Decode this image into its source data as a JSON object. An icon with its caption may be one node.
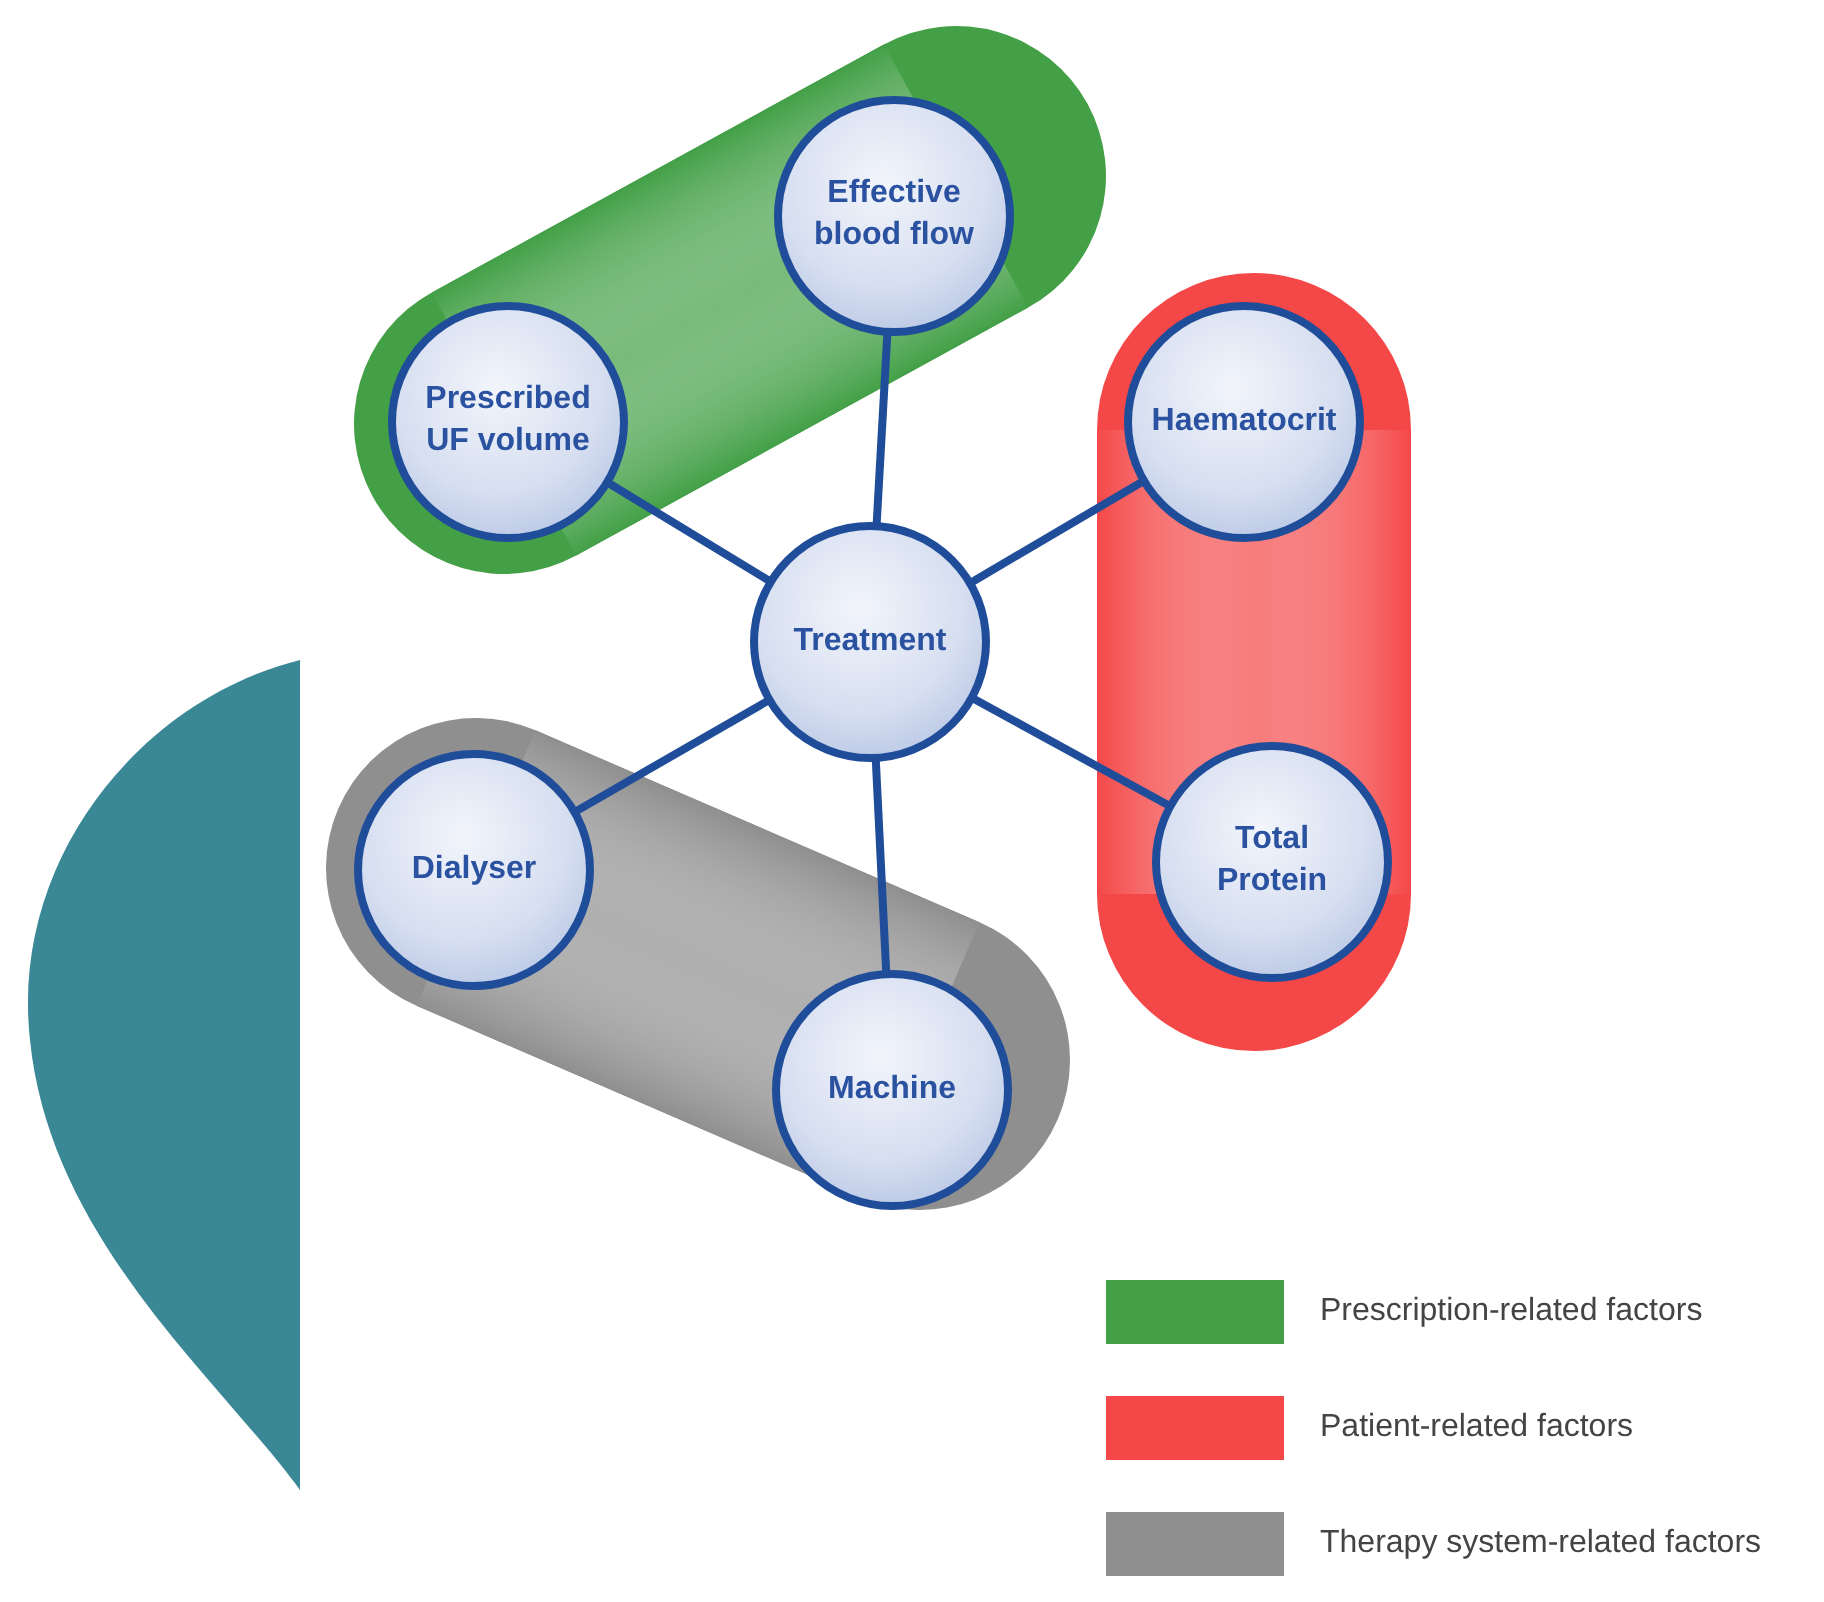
{
  "diagram": {
    "nodes": [
      {
        "text": [
          "Effective blood flow"
        ]
      },
      {
        "text": [
          "Prescribed UF volume"
        ]
      },
      {
        "text": [
          "Haematocrit"
        ]
      },
      {
        "text": [
          "Treatment"
        ]
      },
      {
        "text": [
          "Dialyser"
        ]
      },
      {
        "text": [
          "Total Protein"
        ]
      },
      {
        "text": [
          "Machine"
        ]
      }
    ],
    "edges": [
      {
        "from": 3,
        "to": 0,
        "arrow": "none"
      },
      {
        "from": 3,
        "to": 1,
        "arrow": "none"
      },
      {
        "from": 3,
        "to": 2,
        "arrow": "none"
      },
      {
        "from": 3,
        "to": 4,
        "arrow": "none"
      },
      {
        "from": 3,
        "to": 5,
        "arrow": "none"
      },
      {
        "from": 3,
        "to": 6,
        "arrow": "none"
      }
    ],
    "legend": [
      {
        "text": "Prescription-related factors",
        "color": "#43a047"
      },
      {
        "text": "Patient-related factors",
        "color": "#f44848"
      },
      {
        "text": "Therapy system-related factors",
        "color": "#8f8f8f"
      }
    ]
  }
}
